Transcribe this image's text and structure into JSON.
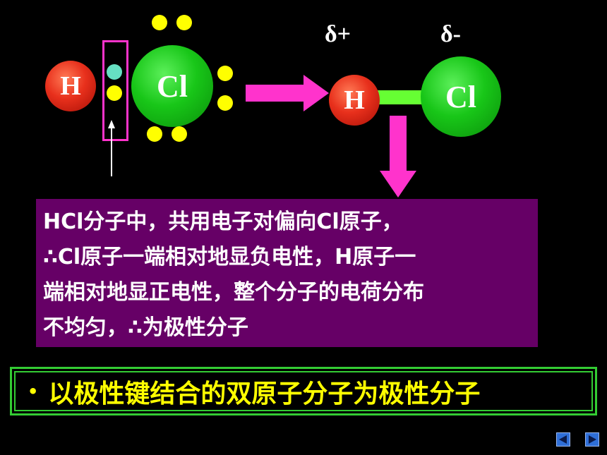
{
  "atoms": {
    "left_h": "H",
    "left_cl": "Cl",
    "right_h": "H",
    "right_cl": "Cl"
  },
  "charges": {
    "positive": "δ+",
    "negative": "δ-"
  },
  "explanation": {
    "lines": [
      "HCl分子中，共用电子对偏向Cl原子，",
      "∴Cl原子一端相对地显负电性，H原子一",
      "端相对地显正电性，整个分子的电荷分布",
      "不均匀，∴为极性分子"
    ]
  },
  "summary": {
    "bullet": "•",
    "text": "以极性键结合的双原子分子为极性分子"
  },
  "colors": {
    "background": "#000000",
    "hydrogen": "#e8301c",
    "chlorine": "#18c618",
    "electron": "#ffff00",
    "shared_electron_h": "#66e0c2",
    "arrow": "#ff33cc",
    "bond": "#66ff33",
    "explain_bg": "#660066",
    "summary_border": "#33cc33",
    "summary_text": "#ffff00",
    "nav_button": "#2f6fd8"
  },
  "icons": {
    "prev": "triangle-left-icon",
    "next": "triangle-right-icon"
  }
}
